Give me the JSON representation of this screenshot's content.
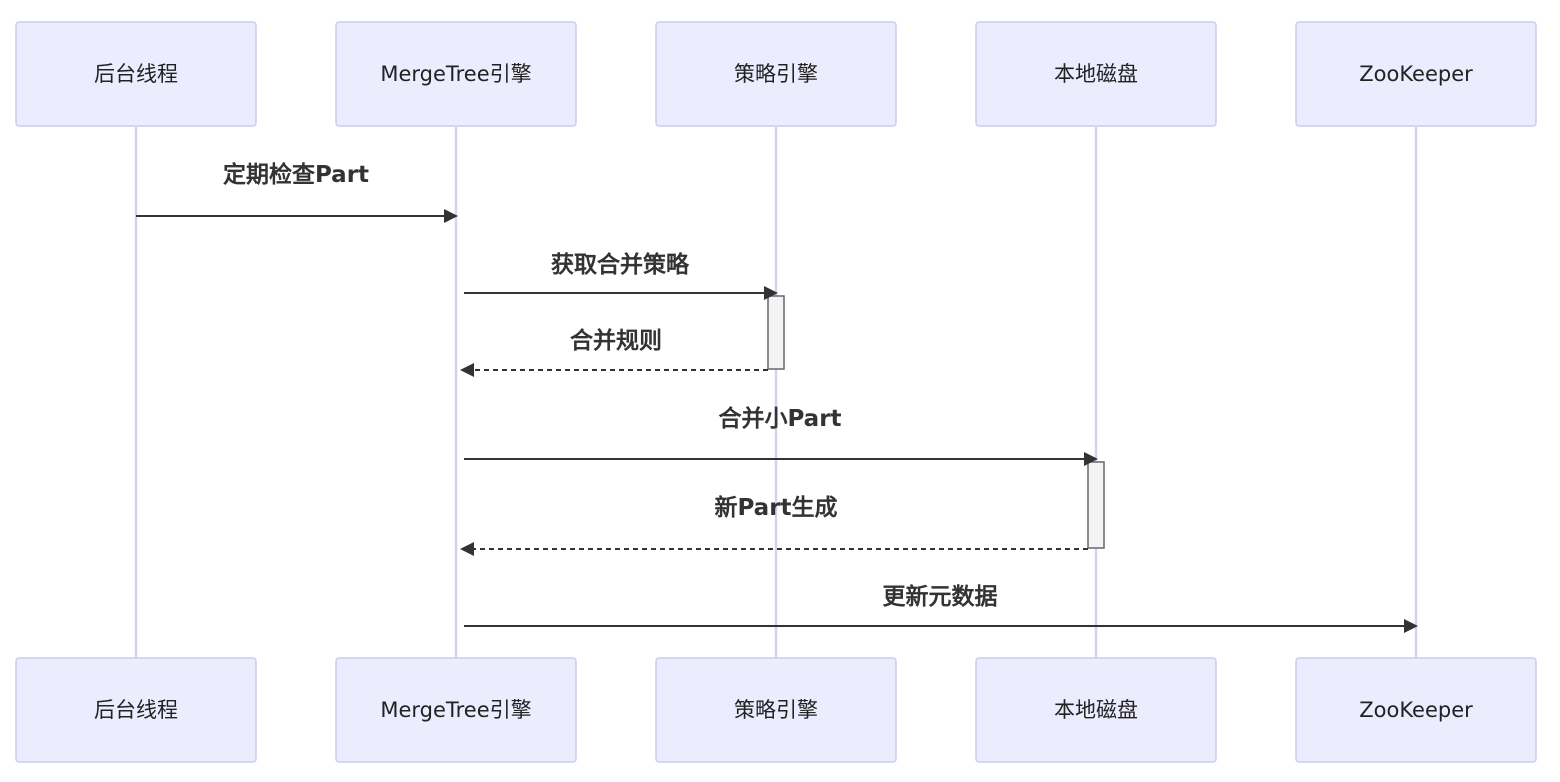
{
  "participants": [
    {
      "id": "bg",
      "label": "后台线程"
    },
    {
      "id": "mt",
      "label": "MergeTree引擎"
    },
    {
      "id": "sp",
      "label": "策略引擎"
    },
    {
      "id": "ld",
      "label": "本地磁盘"
    },
    {
      "id": "zk",
      "label": "ZooKeeper"
    }
  ],
  "messages": [
    {
      "from": "bg",
      "to": "mt",
      "label": "定期检查Part",
      "style": "solid"
    },
    {
      "from": "mt",
      "to": "sp",
      "label": "获取合并策略",
      "style": "solid"
    },
    {
      "from": "sp",
      "to": "mt",
      "label": "合并规则",
      "style": "dashed"
    },
    {
      "from": "mt",
      "to": "ld",
      "label": "合并小Part",
      "style": "solid"
    },
    {
      "from": "ld",
      "to": "mt",
      "label": "新Part生成",
      "style": "dashed"
    },
    {
      "from": "mt",
      "to": "zk",
      "label": "更新元数据",
      "style": "solid"
    }
  ],
  "activations": [
    {
      "participant": "sp",
      "from_message": 1,
      "to_message": 2
    },
    {
      "participant": "ld",
      "from_message": 3,
      "to_message": 4
    }
  ],
  "colors": {
    "actor_fill": "#ECECFF",
    "actor_border": "#CCCCEE",
    "lifeline": "#D6D1EE",
    "message": "#333333",
    "activation_fill": "#F4F4F4"
  }
}
